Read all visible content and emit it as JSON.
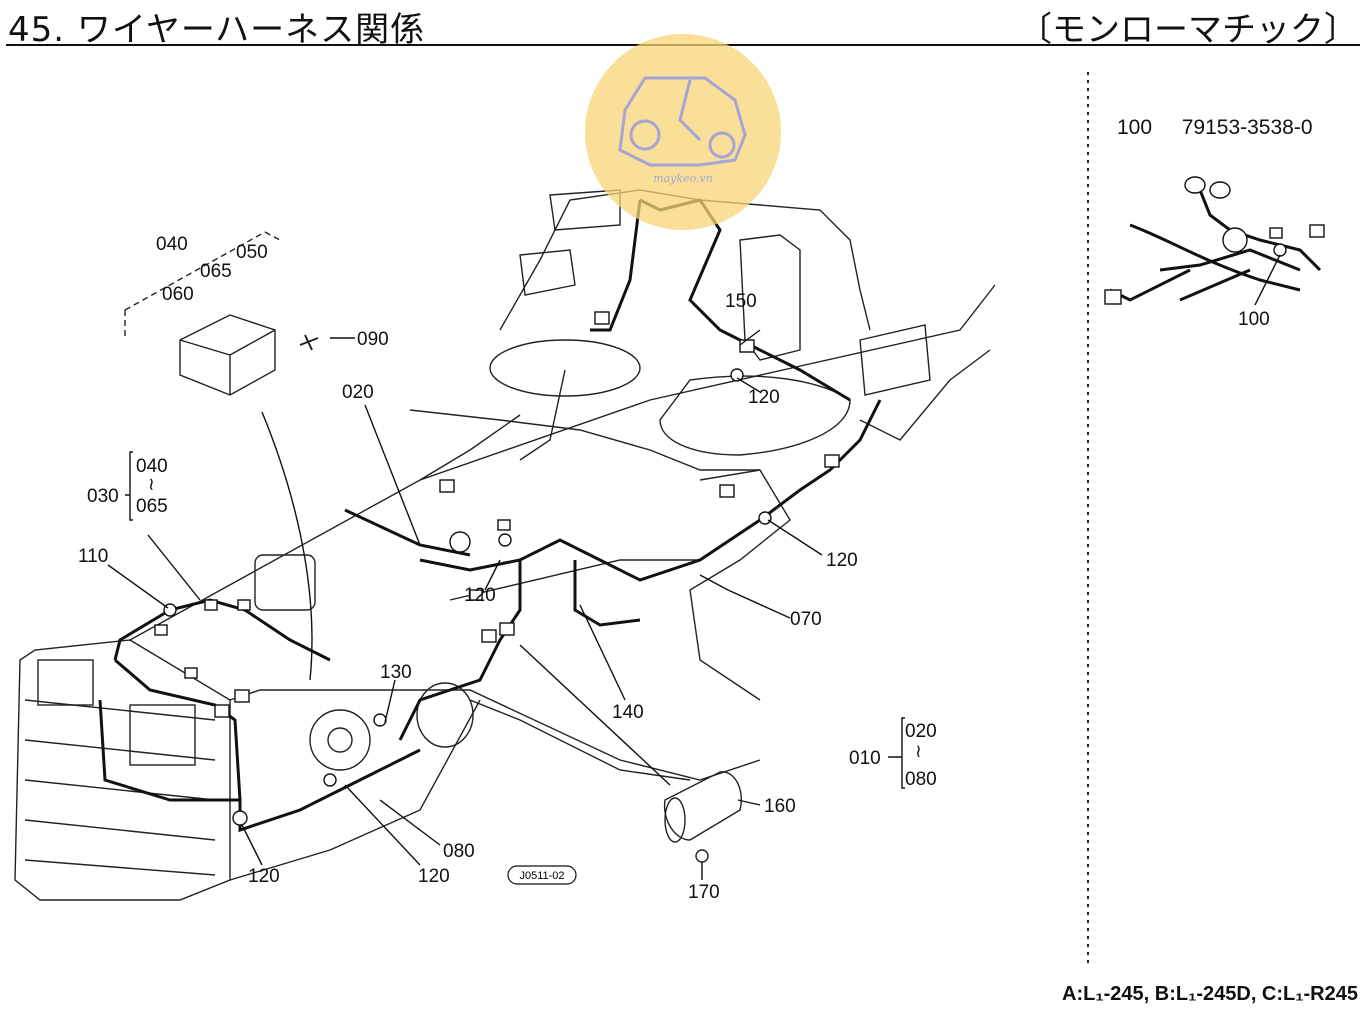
{
  "header": {
    "title": "45. ワイヤーハーネス関係",
    "model_type": "〔モンローマチック〕"
  },
  "callouts": [
    {
      "id": "010",
      "label": "010"
    },
    {
      "id": "020",
      "label": "020"
    },
    {
      "id": "030",
      "label": "030"
    },
    {
      "id": "040",
      "label": "040"
    },
    {
      "id": "050",
      "label": "050"
    },
    {
      "id": "060",
      "label": "060"
    },
    {
      "id": "065",
      "label": "065"
    },
    {
      "id": "070",
      "label": "070"
    },
    {
      "id": "080",
      "label": "080"
    },
    {
      "id": "090",
      "label": "090"
    },
    {
      "id": "100",
      "label": "100"
    },
    {
      "id": "110",
      "label": "110"
    },
    {
      "id": "120",
      "label": "120"
    },
    {
      "id": "130",
      "label": "130"
    },
    {
      "id": "140",
      "label": "140"
    },
    {
      "id": "150",
      "label": "150"
    },
    {
      "id": "160",
      "label": "160"
    },
    {
      "id": "170",
      "label": "170"
    }
  ],
  "groups": {
    "g030": {
      "label": "030",
      "from": "040",
      "to": "065",
      "sep": "≀"
    },
    "g010": {
      "label": "010",
      "from": "020",
      "to": "080",
      "sep": "≀"
    }
  },
  "side_panel": {
    "item": "100",
    "part_number": "79153-3538-0"
  },
  "drawing_code": "J0511-02",
  "watermark": {
    "text": "maykeo.vn",
    "color": "#f5c842"
  },
  "footer": {
    "applicability": "A:L₁-245, B:L₁-245D, C:L₁-R245"
  }
}
